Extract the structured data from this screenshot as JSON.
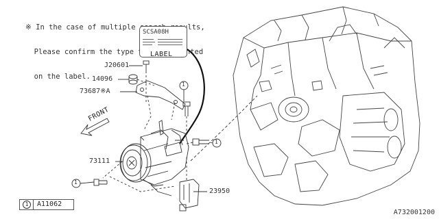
{
  "note": {
    "line1": "※ In the case of multiple search results,",
    "line2": "  Please confirm the type that is printed",
    "line3": "  on the label."
  },
  "label_tag": {
    "code": "SCSA08H",
    "caption": "LABEL"
  },
  "parts": {
    "p1": "J20601",
    "p2": "14096",
    "p3": "73687※A",
    "p4": "73111",
    "p5": "23950"
  },
  "front_label": "FRONT",
  "callout_symbol": "1",
  "legend": {
    "symbol": "1",
    "part": "A11062"
  },
  "diagram_id": "A732001200"
}
